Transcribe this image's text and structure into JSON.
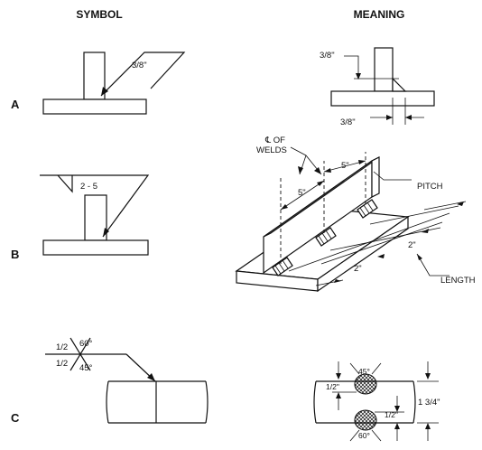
{
  "headers": {
    "symbol": "SYMBOL",
    "meaning": "MEANING"
  },
  "rows": [
    {
      "label": "A",
      "symbol_size": "3/8\"",
      "meaning_size_v": "3/8\"",
      "meaning_size_h": "3/8\""
    },
    {
      "label": "B",
      "symbol_text": "2 - 5",
      "cl_of": "℄ OF",
      "welds": "WELDS",
      "pitch_label": "PITCH",
      "pitch_dim_1": "5\"",
      "pitch_dim_2": "5\"",
      "length_dim_1": "2\"",
      "length_dim_2": "2\"",
      "length_label": "LENGTH"
    },
    {
      "label": "C",
      "upper_size": "1/2",
      "upper_angle": "60°",
      "lower_size": "1/2",
      "lower_angle": "45°",
      "meaning_angle_top": "45°",
      "meaning_angle_bottom": "60°",
      "meaning_depth_1": "1/2\"",
      "meaning_depth_2": "1/2\"",
      "meaning_thickness": "1 3/4\""
    }
  ]
}
